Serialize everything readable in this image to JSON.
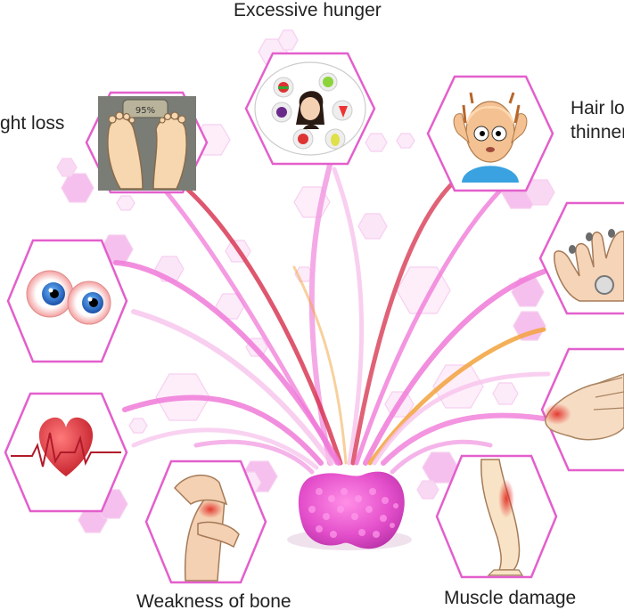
{
  "labels": {
    "top": "Excessive hunger",
    "left_top": "ght loss",
    "right_top_line1": "Hair los",
    "right_top_line2": "thinner",
    "bottom_left": "Weakness of bone",
    "bottom_right": "Muscle damage"
  },
  "icons": {
    "center": "thyroid-gland-icon",
    "weight": "weighing-scale-feet-icon",
    "hunger": "woman-thinking-food-icon",
    "hair": "balding-man-icon",
    "nails": "hand-brittle-nails-icon",
    "eyes": "bulging-eyes-icon",
    "skin": "hand-skin-rash-icon",
    "heart": "heart-pulse-icon",
    "bone": "knee-pain-icon",
    "muscle": "leg-muscle-pain-icon"
  },
  "scale_reading": "95%",
  "colors": {
    "pink": "#f07ad8",
    "magenta": "#e0359c",
    "red": "#d62d4a",
    "orange": "#f2a23c",
    "hex_outline": "#e35fcc",
    "hex_fill": "#f8c8ee"
  }
}
